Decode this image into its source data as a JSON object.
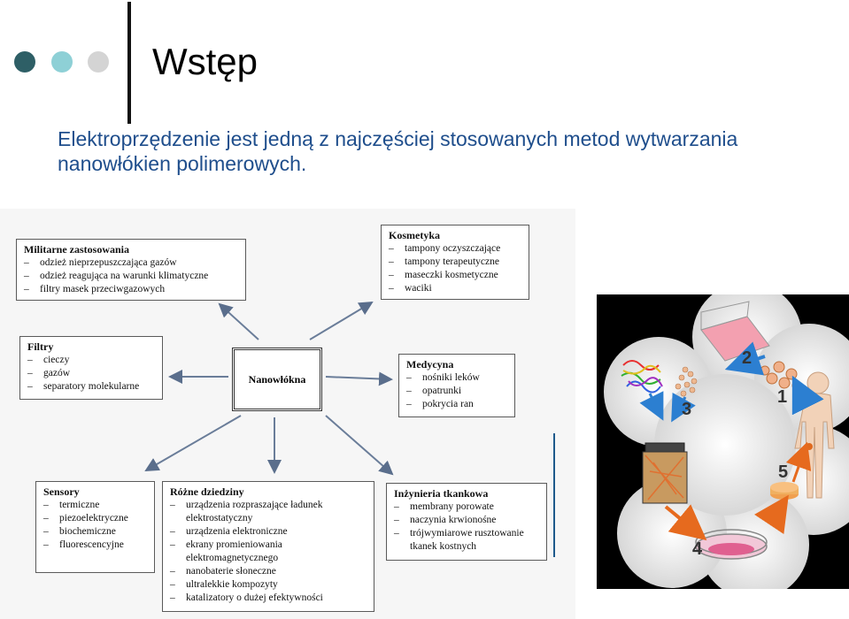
{
  "slide": {
    "title": "Wstęp",
    "subtitle": "Elektroprzędzenie jest jedną z najczęściej stosowanych metod wytwarzania nanowłókien polimerowych.",
    "dot_colors": [
      "#2e5f66",
      "#8ed0d6",
      "#d4d4d4"
    ]
  },
  "diagram": {
    "center": "Nanowłókna",
    "boxes": {
      "militarne": {
        "title": "Militarne zastosowania",
        "items": [
          "odzież nieprzepuszczająca gazów",
          "odzież reagująca na warunki klimatyczne",
          "filtry masek przeciwgazowych"
        ]
      },
      "kosmetyka": {
        "title": "Kosmetyka",
        "items": [
          "tampony oczyszczające",
          "tampony terapeutyczne",
          "maseczki kosmetyczne",
          "waciki"
        ]
      },
      "filtry": {
        "title": "Filtry",
        "items": [
          "cieczy",
          "gazów",
          "separatory molekularne"
        ]
      },
      "medycyna": {
        "title": "Medycyna",
        "items": [
          "nośniki leków",
          "opatrunki",
          "pokrycia ran"
        ]
      },
      "sensory": {
        "title": "Sensory",
        "items": [
          "termiczne",
          "piezoelektryczne",
          "biochemiczne",
          "fluorescencyjne"
        ]
      },
      "rozne": {
        "title": "Różne dziedziny",
        "items": [
          "urządzenia rozpraszające ładunek elektrostatyczny",
          "urządzenia elektroniczne",
          "ekrany promieniowania elektromagnetycznego",
          "nanobaterie słoneczne",
          "ultralekkie kompozyty",
          "katalizatory o dużej efektywności"
        ]
      },
      "inzynieria": {
        "title": "Inżynieria tkankowa",
        "items": [
          "membrany porowate",
          "naczynia krwionośne",
          "trójwymiarowe rusztowanie tkanek kostnych"
        ]
      }
    }
  },
  "figure": {
    "steps": [
      "1",
      "2",
      "3",
      "4",
      "5"
    ]
  }
}
